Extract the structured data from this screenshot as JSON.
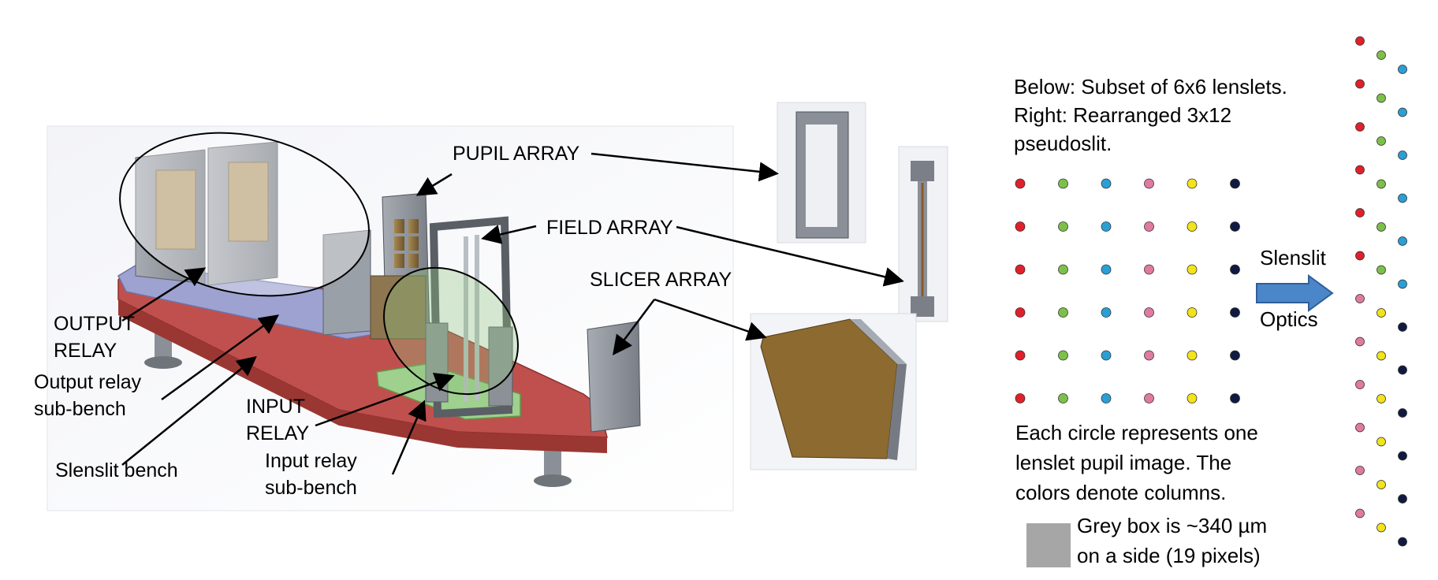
{
  "labels": {
    "pupil_array": "PUPIL ARRAY",
    "field_array": "FIELD ARRAY",
    "slicer_array": "SLICER ARRAY",
    "output_relay": "OUTPUT\nRELAY",
    "output_relay_sub_bench": "Output relay\nsub-bench",
    "slenslit_bench": "Slenslit bench",
    "input_relay": "INPUT\nRELAY",
    "input_relay_sub_bench": "Input relay\nsub-bench"
  },
  "right_panel": {
    "header": "Below: Subset of 6x6 lenslets.\nRight: Rearranged 3x12\npseudoslit.",
    "arrow_top": "Slenslit",
    "arrow_bottom": "Optics",
    "description": "Each circle represents one\nlenslet pupil image. The\ncolors denote columns.",
    "grey_box_note": "Grey box is ~340 µm\non a side (19 pixels)"
  },
  "colors": {
    "columns": [
      "#e0202a",
      "#7cc04a",
      "#2a9fd6",
      "#e07aa0",
      "#f2e31b",
      "#101a40"
    ],
    "arrow": "#4a86c8",
    "grey_box": "#a6a6a6",
    "bench_red": "#c0504d",
    "subbench_blue": "#9da2d0",
    "subbench_green": "#9fd08e",
    "metal": "#8e949c"
  },
  "lenslet_grid": {
    "rows": 6,
    "cols": 6
  },
  "pseudoslit": {
    "columns": 3,
    "rows": 12
  }
}
